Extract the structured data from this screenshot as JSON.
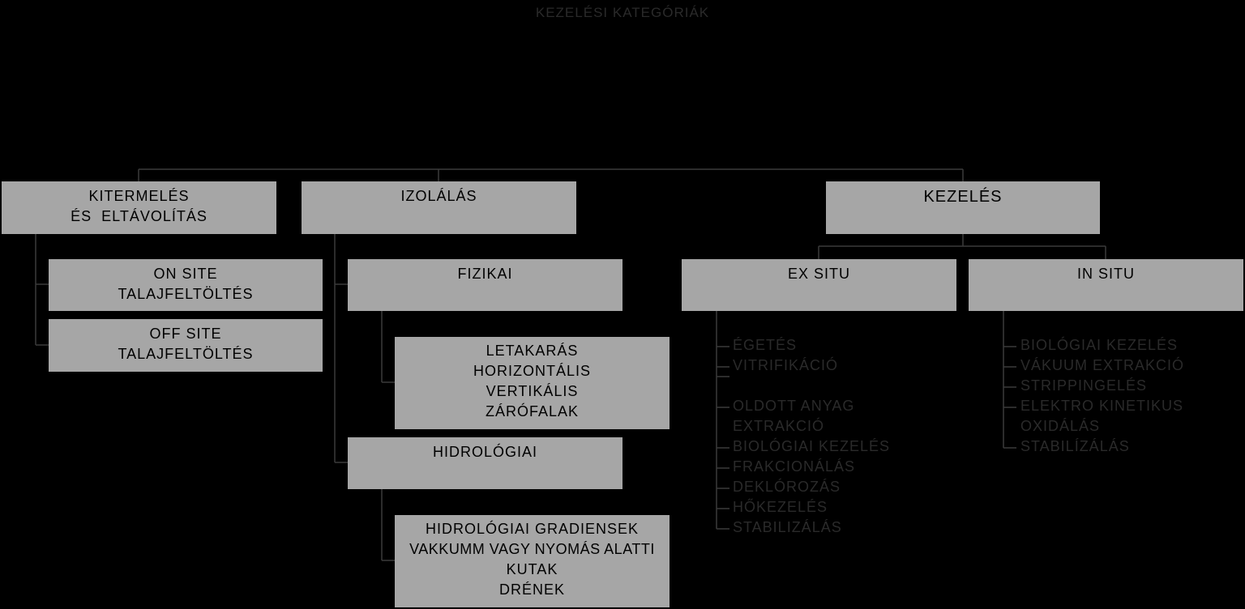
{
  "title": "KEZELÉSI KATEGÓRIÁK",
  "boxes": {
    "kitermeles": [
      "KITERMELÉS",
      "ÉS  ELTÁVOLÍTÁS"
    ],
    "izolalas": [
      "IZOLÁLÁS"
    ],
    "kezeles": [
      "KEZELÉS"
    ],
    "on_site": [
      "ON SITE",
      "TALAJFELTÖLTÉS"
    ],
    "off_site": [
      "OFF SITE",
      "TALAJFELTÖLTÉS"
    ],
    "fizikai": [
      "FIZIKAI"
    ],
    "fizikai_detail": [
      "LETAKARÁS",
      "HORIZONTÁLIS",
      "VERTIKÁLIS",
      "ZÁRÓFALAK"
    ],
    "hidrologiai": [
      "HIDROLÓGIAI"
    ],
    "hidrologiai_detail": [
      "HIDROLÓGIAI GRADIENSEK",
      "VAKKUMM VAGY NYOMÁS ALATTI",
      "KUTAK",
      "DRÉNEK"
    ],
    "ex_situ": [
      "EX SITU"
    ],
    "in_situ": [
      "IN SITU"
    ]
  },
  "ex_situ_list": [
    "ÉGETÉS",
    "VITRIFIKÁCIÓ",
    "",
    "OLDOTT ANYAG",
    "EXTRAKCIÓ",
    "BIOLÓGIAI KEZELÉS",
    "FRAKCIONÁLÁS",
    "DEKLÓROZÁS",
    "HŐKEZELÉS",
    "STABILIZÁLÁS"
  ],
  "in_situ_list": [
    "BIOLÓGIAI KEZELÉS",
    "VÁKUUM EXTRAKCIÓ",
    "STRIPPINGELÉS",
    "ELEKTRO KINETIKUS",
    "OXIDÁLÁS",
    "STABILÍZÁLÁS"
  ]
}
